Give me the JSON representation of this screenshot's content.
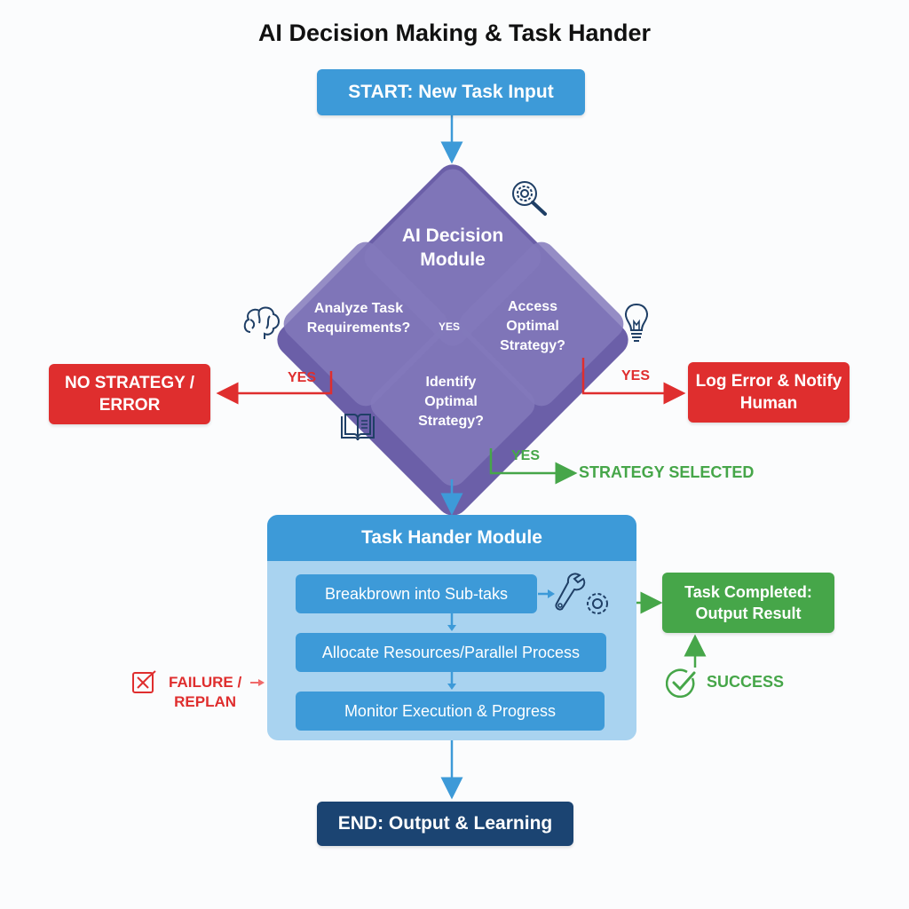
{
  "title": "AI Decision Making & Task Hander",
  "start": {
    "label": "START: New Task Input"
  },
  "decision_module": {
    "title": "AI Decision Module",
    "cells": {
      "analyze": "Analyze Task Requirements?",
      "access": "Access Optimal Strategy?",
      "identify": "Identify Optimal Strategy?"
    },
    "inner_yes": "YES"
  },
  "branches": {
    "left": {
      "edge_label": "YES",
      "target": "NO STRATEGY / ERROR"
    },
    "right": {
      "edge_label": "YES",
      "target": "Log Error & Notify Human"
    },
    "bottom": {
      "edge_label": "YES",
      "target": "STRATEGY SELECTED"
    }
  },
  "task_module": {
    "title": "Task Hander Module",
    "steps": [
      "Breakbrown into Sub-taks",
      "Allocate Resources/Parallel Process",
      "Monitor Execution & Progress"
    ]
  },
  "failure": {
    "label_line1": "FAILURE /",
    "label_line2": "REPLAN"
  },
  "completed": {
    "label": "Task Completed: Output Result"
  },
  "success": {
    "label": "SUCCESS"
  },
  "end": {
    "label": "END: Output & Learning"
  },
  "icons": [
    "gear-search-icon",
    "brain-icon",
    "lightbulb-icon",
    "book-icon",
    "wrench-gear-icon",
    "x-box-icon",
    "checkmark-circle-icon"
  ],
  "colors": {
    "blue": "#3d9ad8",
    "light_blue": "#a9d3f0",
    "navy": "#1b4472",
    "purple": "#6b5fa8",
    "red": "#df2e2e",
    "green": "#46a649",
    "icon_navy": "#1f3f66"
  }
}
